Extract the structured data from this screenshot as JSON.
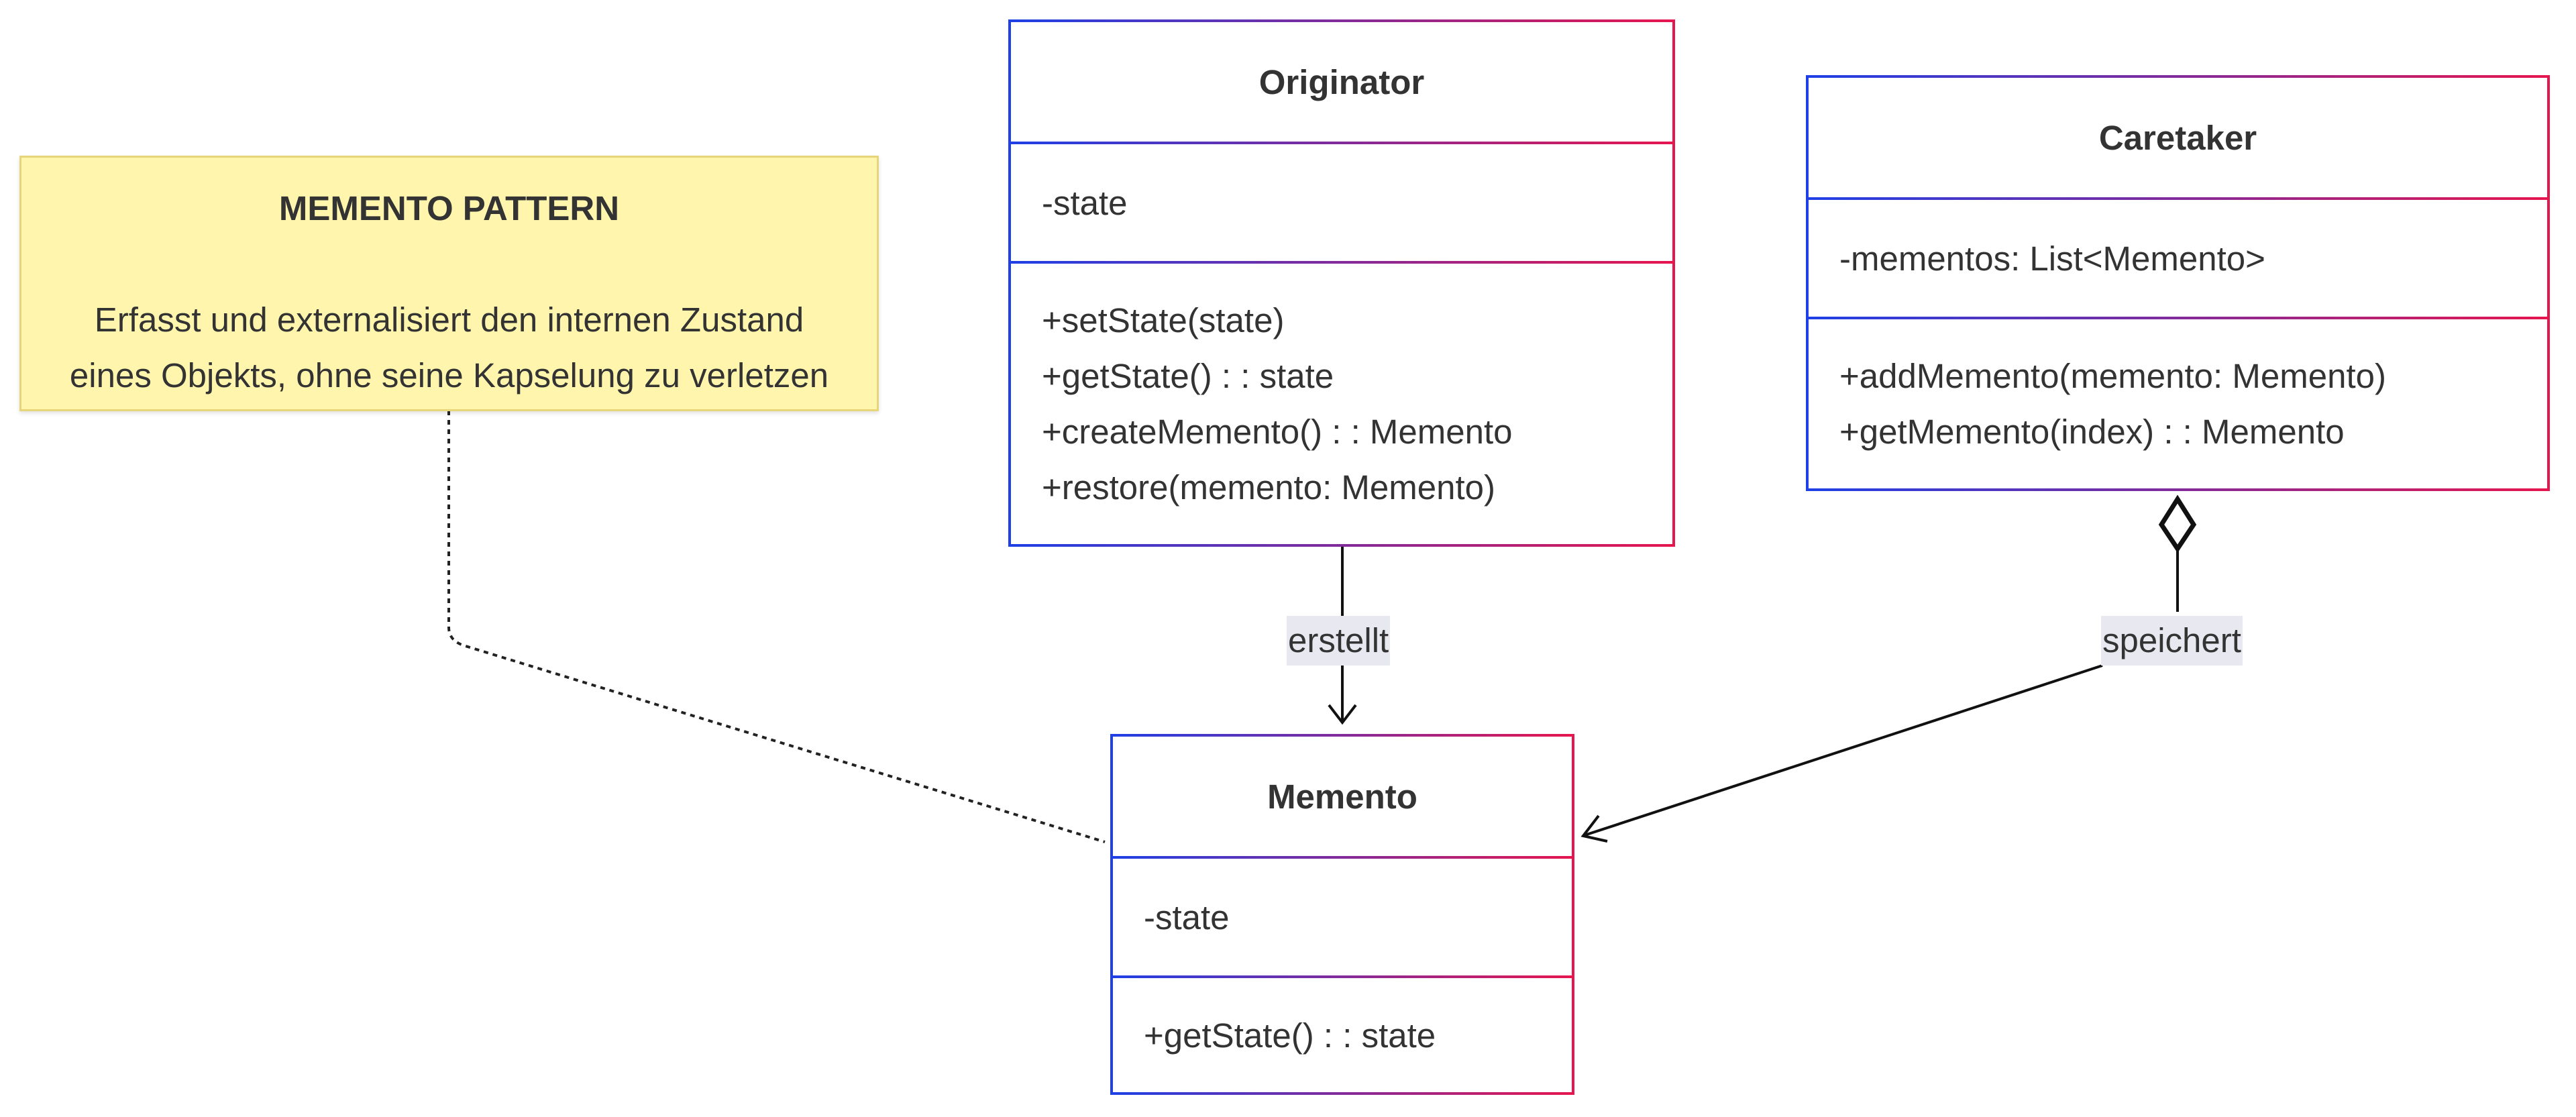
{
  "note": {
    "title": "MEMENTO PATTERN",
    "lines": [
      "Erfasst und externalisiert den internen Zustand",
      "eines Objekts, ohne seine Kapselung zu verletzen"
    ]
  },
  "classes": {
    "originator": {
      "name": "Originator",
      "attributes": [
        "-state"
      ],
      "methods": [
        "+setState(state)",
        "+getState() : : state",
        "+createMemento() : : Memento",
        "+restore(memento: Memento)"
      ]
    },
    "caretaker": {
      "name": "Caretaker",
      "attributes": [
        "-mementos: List<Memento>"
      ],
      "methods": [
        "+addMemento(memento: Memento)",
        "+getMemento(index) : : Memento"
      ]
    },
    "memento": {
      "name": "Memento",
      "attributes": [
        "-state"
      ],
      "methods": [
        "+getState() : : state"
      ]
    }
  },
  "relations": {
    "creates": "erstellt",
    "stores": "speichert"
  },
  "colors": {
    "border_start": "#1e40e6",
    "border_end": "#e6164f",
    "note_fill": "#fff5ad",
    "label_bg": "#e8e8f0",
    "text": "#333333"
  }
}
